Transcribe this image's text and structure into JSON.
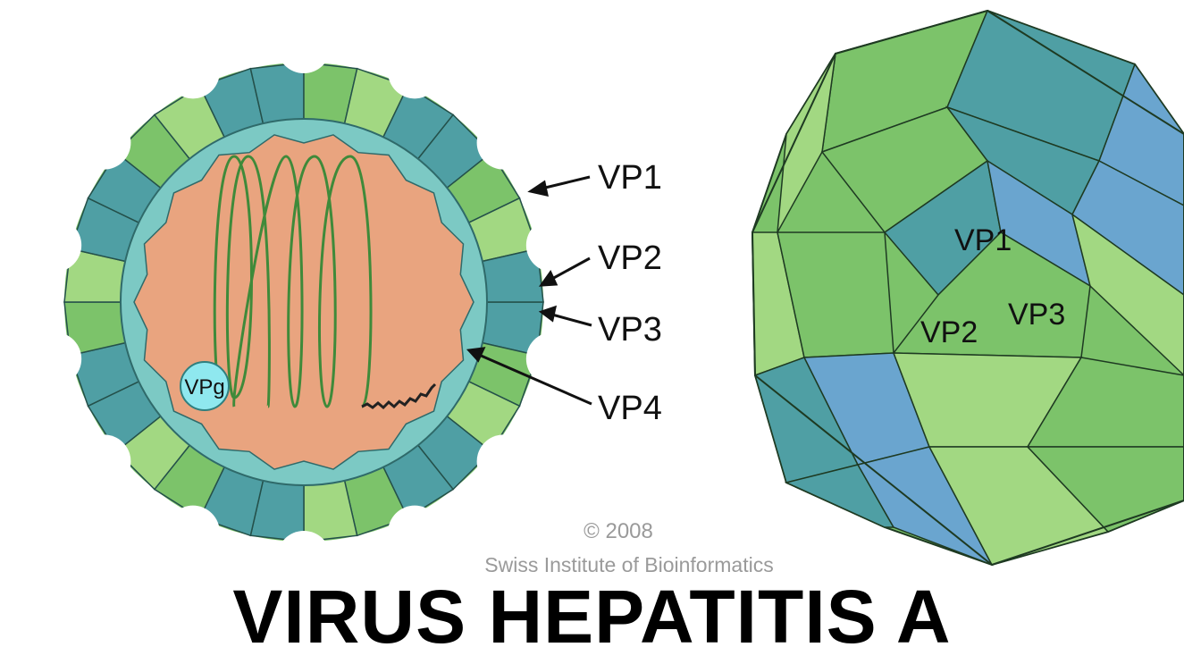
{
  "title": "VIRUS HEPATITIS A",
  "copyright": {
    "line1": "© 2008",
    "line2": "Swiss Institute of Bioinformatics"
  },
  "schematic": {
    "labels": [
      "VP1",
      "VP2",
      "VP3",
      "VP4"
    ],
    "genome_protein_label": "VPg"
  },
  "capsid": {
    "labels": [
      "VP1",
      "VP2",
      "VP3"
    ]
  },
  "colors": {
    "core": "#e9a47f",
    "inner_shell": "#7cc9c4",
    "teal_subunit": "#4f9fa4",
    "green_subunit": "#7cc36a",
    "light_green_subunit": "#a2d882",
    "blue_subunit": "#6aa5cf",
    "rna": "#3f8a3a",
    "vpg": "#8fe8ef"
  }
}
